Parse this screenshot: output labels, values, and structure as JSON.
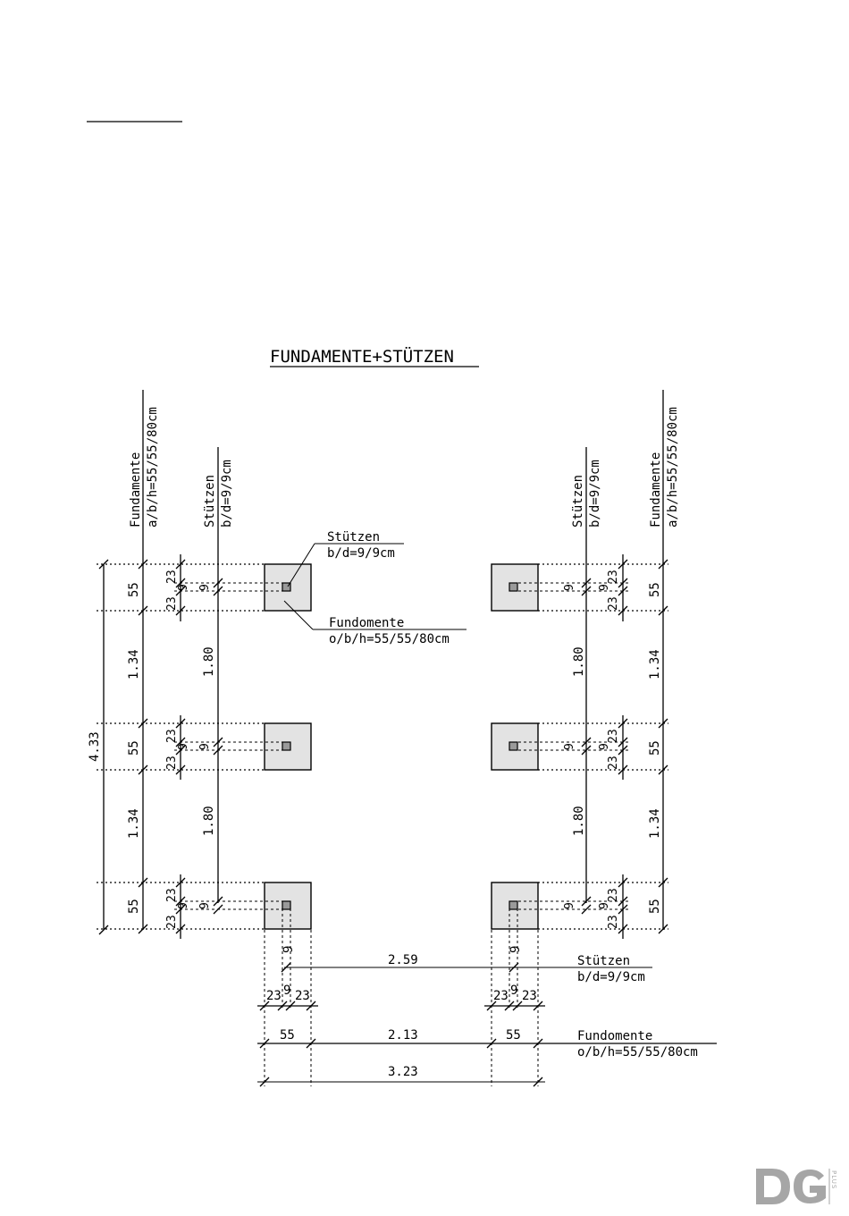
{
  "title": "FUNDAMENTE+STÜTZEN",
  "left_axis": {
    "fundamente_label": "Fundamente",
    "fundamente_spec": "a/b/h=55/55/80cm",
    "stuetzen_label": "Stützen",
    "stuetzen_spec": "b/d=9/9cm"
  },
  "right_axis": {
    "stuetzen_label": "Stützen",
    "stuetzen_spec": "b/d=9/9cm",
    "fundamente_label": "Fundamente",
    "fundamente_spec": "a/b/h=55/55/80cm"
  },
  "callout_stuetzen": {
    "label": "Stützen",
    "spec": "b/d=9/9cm"
  },
  "callout_fundamente": {
    "label": "Fundomente",
    "spec": "o/b/h=55/55/80cm"
  },
  "dims_vertical": {
    "total": "4.33",
    "footing": "55",
    "gap_footings": "1.34",
    "gap_posts": "1.80",
    "offset": "23",
    "post": "9"
  },
  "dims_horizontal": {
    "posts_span": "2.59",
    "footings_gap": "2.13",
    "total": "3.23",
    "footing": "55",
    "offset": "23",
    "post": "9"
  },
  "bottom_callout_stuetzen": {
    "label": "Stützen",
    "spec": "b/d=9/9cm"
  },
  "bottom_callout_fundamente": {
    "label": "Fundomente",
    "spec": "o/b/h=55/55/80cm"
  },
  "logo": {
    "letters": "DG",
    "sub": "PLUS"
  }
}
